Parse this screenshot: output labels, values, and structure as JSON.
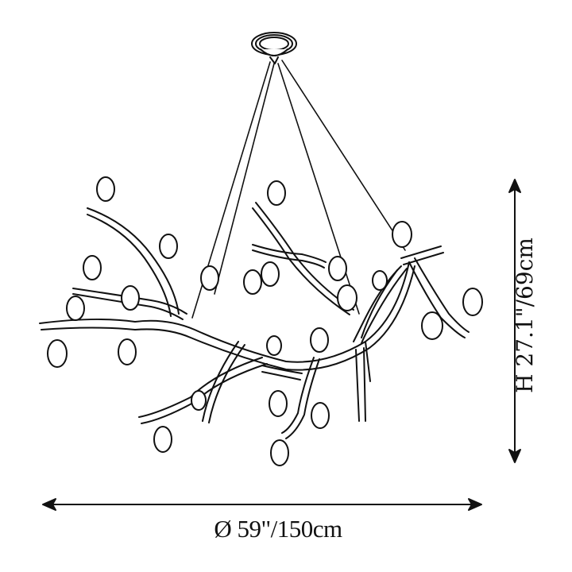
{
  "diagram": {
    "subject": "branch chandelier line drawing",
    "stroke_color": "#111111",
    "background": "#ffffff"
  },
  "dimensions": {
    "width_label": "Ø 59\"/150cm",
    "height_label": "H 27.1\"/69cm"
  }
}
